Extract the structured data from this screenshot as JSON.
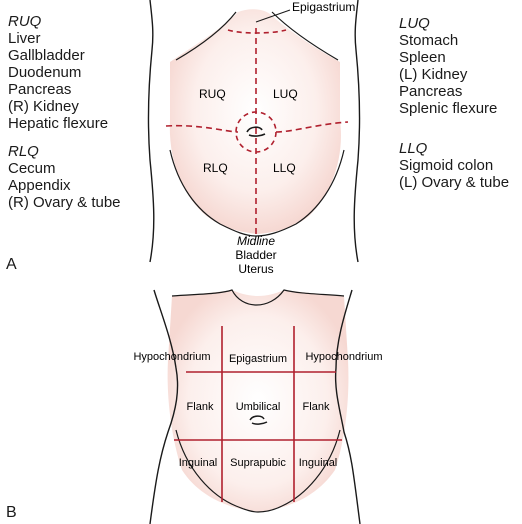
{
  "panel_a": {
    "letter": "A",
    "epigastrium_label": "Epigastrium",
    "quadrants": {
      "ruq": "RUQ",
      "luq": "LUQ",
      "rlq": "RLQ",
      "llq": "LLQ"
    },
    "midline": {
      "title": "Midline",
      "items": [
        "Bladder",
        "Uterus"
      ]
    },
    "ruq_list": {
      "title": "RUQ",
      "items": [
        "Liver",
        "Gallbladder",
        "Duodenum",
        "Pancreas",
        "(R) Kidney",
        "Hepatic flexure"
      ]
    },
    "rlq_list": {
      "title": "RLQ",
      "items": [
        "Cecum",
        "Appendix",
        "(R) Ovary & tube"
      ]
    },
    "luq_list": {
      "title": "LUQ",
      "items": [
        "Stomach",
        "Spleen",
        "(L) Kidney",
        "Pancreas",
        "Splenic flexure"
      ]
    },
    "llq_list": {
      "title": "LLQ",
      "items": [
        "Sigmoid colon",
        "(L) Ovary & tube"
      ]
    }
  },
  "panel_b": {
    "letter": "B",
    "regions": {
      "hypochondrium_right": "Hypochondrium",
      "epigastrium": "Epigastrium",
      "hypochondrium_left": "Hypochondrium",
      "flank_right": "Flank",
      "umbilical": "Umbilical",
      "flank_left": "Flank",
      "inguinal_right": "Inguinal",
      "suprapubic": "Suprapubic",
      "inguinal_left": "Inguinal"
    }
  },
  "colors": {
    "outline": "#1a1a1a",
    "division_lines": "#b0202e",
    "skin_tint": "#f9e3df"
  }
}
